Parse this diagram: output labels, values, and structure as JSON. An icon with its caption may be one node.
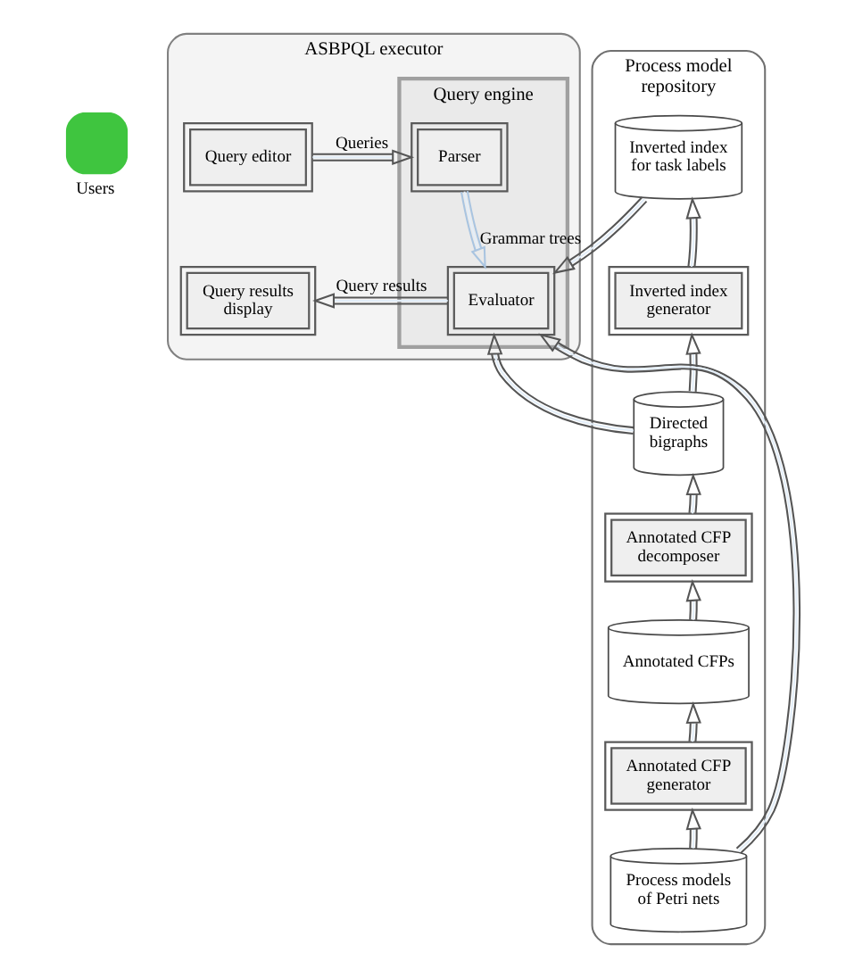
{
  "diagram": {
    "nodes": [
      {
        "text": [
          "Users"
        ]
      },
      {
        "text": [
          "ASBPQL executor"
        ]
      },
      {
        "text": [
          "Query editor"
        ],
        "in": 1
      },
      {
        "text": [
          "Query results display"
        ],
        "in": 1
      },
      {
        "text": [
          "Query engine"
        ],
        "in": 1
      },
      {
        "text": [
          "Parser"
        ],
        "in": 4
      },
      {
        "text": [
          "Evaluator"
        ],
        "in": 4
      },
      {
        "text": [
          "Process model repository"
        ]
      },
      {
        "text": [
          "Inverted index for task labels"
        ],
        "in": 7
      },
      {
        "text": [
          "Inverted index generator"
        ],
        "in": 7
      },
      {
        "text": [
          "Directed bigraphs"
        ],
        "in": 7
      },
      {
        "text": [
          "Annotated CFP decomposer"
        ],
        "in": 7
      },
      {
        "text": [
          "Annotated CFPs"
        ],
        "in": 7
      },
      {
        "text": [
          "Annotated CFP generator"
        ],
        "in": 7
      },
      {
        "text": [
          "Process models of Petri nets"
        ],
        "in": 7
      }
    ],
    "edges": [
      {
        "from": 2,
        "to": 5,
        "arrow": "to",
        "label": "Queries"
      },
      {
        "from": 5,
        "to": 6,
        "arrow": "to",
        "label": "Grammar trees",
        "color": "#a9c4e0"
      },
      {
        "from": 6,
        "to": 3,
        "arrow": "to",
        "label": "Query results"
      },
      {
        "from": 8,
        "to": 6,
        "arrow": "to"
      },
      {
        "from": 10,
        "to": 6,
        "arrow": "to"
      },
      {
        "from": 14,
        "to": 6,
        "arrow": "to"
      },
      {
        "from": 14,
        "to": 13,
        "arrow": "to"
      },
      {
        "from": 13,
        "to": 12,
        "arrow": "to"
      },
      {
        "from": 12,
        "to": 11,
        "arrow": "to"
      },
      {
        "from": 11,
        "to": 10,
        "arrow": "to"
      },
      {
        "from": 10,
        "to": 9,
        "arrow": "to"
      },
      {
        "from": 9,
        "to": 8,
        "arrow": "to"
      }
    ]
  }
}
